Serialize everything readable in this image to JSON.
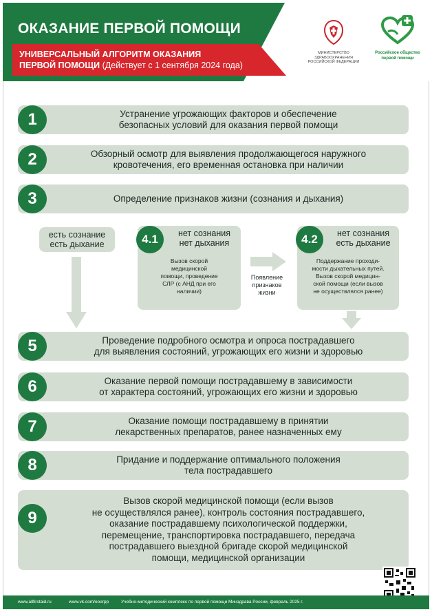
{
  "header": {
    "title": "ОКАЗАНИЕ ПЕРВОЙ ПОМОЩИ",
    "subtitle_line1": "УНИВЕРСАЛЬНЫЙ АЛГОРИТМ ОКАЗАНИЯ",
    "subtitle_line2": "ПЕРВОЙ ПОМОЩИ",
    "subtitle_note": "(Действует с 1 сентября 2024 года)",
    "ministry_caption": "МИНИСТЕРСТВО\nЗДРАВООХРАНЕНИЯ\nРОССИЙСКОЙ ФЕДЕРАЦИИ",
    "society_caption": "Российское общество\nпервой помощи",
    "ministry_logo_icon": "emblem-icon",
    "society_logo_icon": "hands-heart-icon"
  },
  "steps": [
    {
      "number": "1",
      "text": "Устранение угрожающих факторов и обеспечение\nбезопасных условий для оказания первой помощи"
    },
    {
      "number": "2",
      "text": "Обзорный осмотр для выявления продолжающегося наружного\nкровотечения, его временная остановка при наличии"
    },
    {
      "number": "3",
      "text": "Определение признаков жизни (сознания и дыхания)"
    },
    {
      "number": "5",
      "text": "Проведение подробного осмотра и опроса пострадавшего\nдля выявления состояний, угрожающих его жизни и здоровью"
    },
    {
      "number": "6",
      "text": "Оказание первой помощи пострадавшему в зависимости\nот характера состояний, угрожающих его жизни и здоровью"
    },
    {
      "number": "7",
      "text": "Оказание помощи пострадавшему в принятии\nлекарственных препаратов, ранее назначенных ему"
    },
    {
      "number": "8",
      "text": "Придание и поддержание оптимального положения\nтела пострадавшего"
    },
    {
      "number": "9",
      "text": "Вызов скорой медицинской помощи (если вызов\nне осуществлялся ранее), контроль состояния пострадавшего,\nоказание пострадавшему психологической поддержки,\nперемещение, транспортировка пострадавшего, передача\nпострадавшего выездной бригаде скорой медицинской\nпомощи, медицинской организации"
    }
  ],
  "branches": {
    "conscious": {
      "label": "есть сознание\nесть дыхание"
    },
    "b41": {
      "number": "4.1",
      "label": "нет сознания\nнет дыхания",
      "action": "Вызов скорой\nмедицинской\nпомощи, проведение\nСЛР (с АНД при его\nналичии)"
    },
    "transition": "Появление\nпризнаков\nжизни",
    "b42": {
      "number": "4.2",
      "label": "нет сознания\nесть дыхание",
      "action": "Поддержание проходи-\nмости дыхательных путей.\nВызов скорой медицин-\nской помощи (если вызов\nне осуществлялся ранее)"
    }
  },
  "footer": {
    "site": "www.allfirstaid.ru",
    "vk": "www.vk.com/ooorpp",
    "credit": "Учебно-методический комплекс по первой помощи Минздрава России, февраль 2025 г."
  },
  "colors": {
    "green": "#1f7a41",
    "red": "#d7262c",
    "box": "#d4ddd2"
  }
}
